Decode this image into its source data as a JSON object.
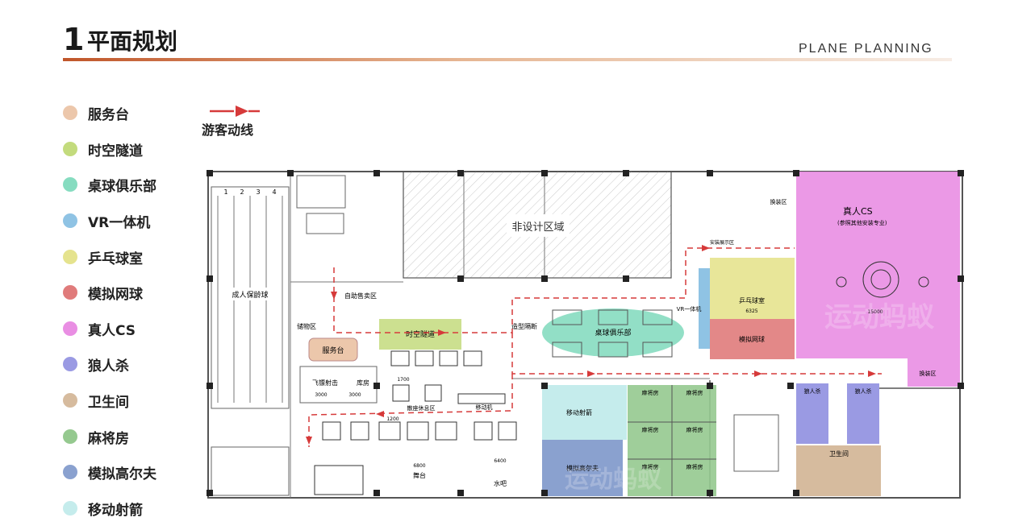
{
  "header": {
    "number": "1",
    "title": "平面规划",
    "subtitle_en": "PLANE PLANNING"
  },
  "legend": [
    {
      "label": "服务台",
      "color": "#ecc7ab"
    },
    {
      "label": "时空隧道",
      "color": "#c3db7d"
    },
    {
      "label": "桌球俱乐部",
      "color": "#86dcc0"
    },
    {
      "label": "VR一体机",
      "color": "#8fc3e4"
    },
    {
      "label": "乒乓球室",
      "color": "#e5e38e"
    },
    {
      "label": "模拟网球",
      "color": "#e07b7b"
    },
    {
      "label": "真人CS",
      "color": "#e98ee3"
    },
    {
      "label": "狼人杀",
      "color": "#9a9ae3"
    },
    {
      "label": "卫生间",
      "color": "#d6bb9e"
    },
    {
      "label": "麻将房",
      "color": "#95c98f"
    },
    {
      "label": "模拟高尔夫",
      "color": "#8aa1cf"
    },
    {
      "label": "移动射箭",
      "color": "#c5ecec"
    }
  ],
  "route_key": {
    "label": "游客动线",
    "color": "#d63a3a"
  },
  "plan": {
    "labels": {
      "non_design": "非设计区域",
      "bowling": "成人保龄球",
      "self_sale": "自助售卖区",
      "storage": "储物区",
      "service_desk": "服务台",
      "time_tunnel": "时空隧道",
      "billiards": "桌球俱乐部",
      "table_tennis": "乒乓球室",
      "tennis_sim": "模拟网球",
      "vr": "VR一体机",
      "cs": "真人CS",
      "cs_note": "(参照其他安装专业)",
      "changing_1": "换装区",
      "changing_2": "换装区",
      "dart": "飞镖射击",
      "warehouse": "库房",
      "rest_area": "散座休息区",
      "archery": "移动射箭",
      "golf": "模拟高尔夫",
      "mahjong": "麻将房",
      "werewolf_1": "狼人杀",
      "werewolf_2": "狼人杀",
      "toilet": "卫生间",
      "stage": "舞台",
      "water_bar": "水吧",
      "partition": "造型隔断",
      "equipment": "移动机",
      "display": "安装展示区",
      "dim_1": "3000",
      "dim_2": "3000",
      "dim_3": "1700",
      "dim_4": "6800",
      "dim_5": "6400",
      "dim_6": "1200",
      "dim_7": "6325",
      "dim_8": "15000"
    },
    "lane_numbers": [
      "1",
      "2",
      "3",
      "4"
    ],
    "watermark": "运动蚂蚁"
  }
}
